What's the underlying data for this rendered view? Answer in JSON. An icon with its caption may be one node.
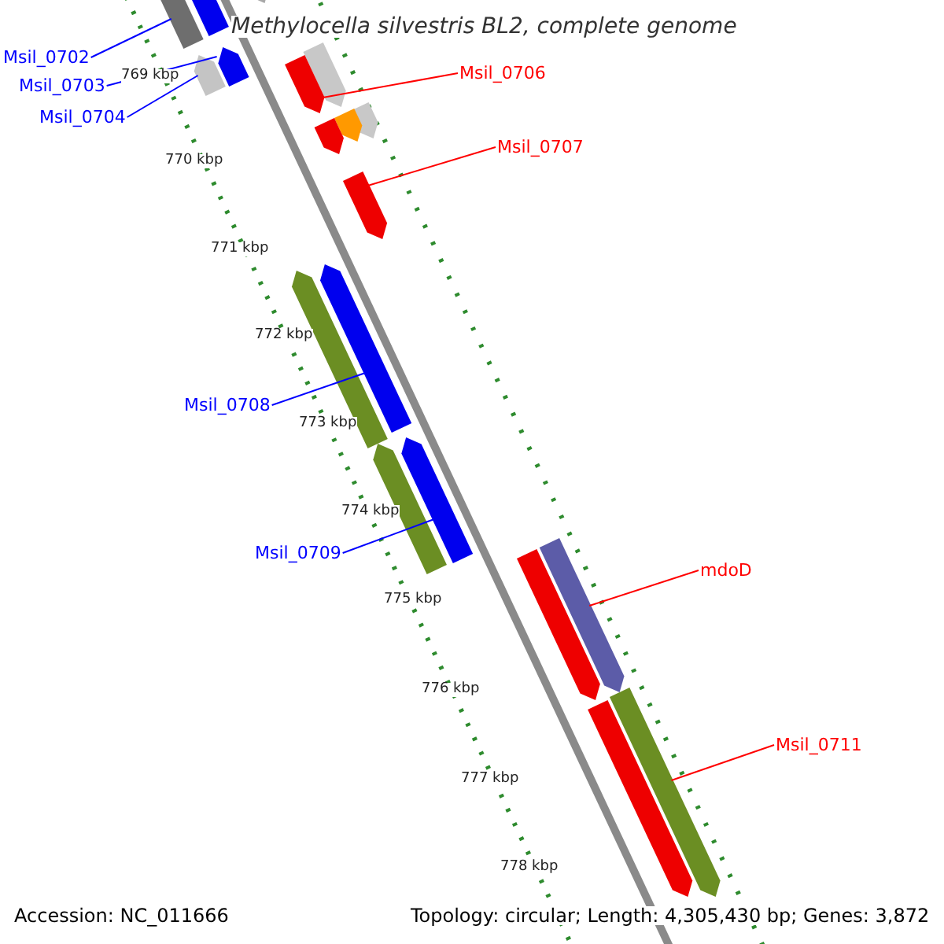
{
  "diagram": {
    "title": "Methylocella silvestris BL2, complete genome",
    "nodes": [
      {
        "text": [
          "Msil_0702"
        ]
      },
      {
        "text": [
          "Msil_0703"
        ]
      },
      {
        "text": [
          "Msil_0704"
        ]
      },
      {
        "text": [
          "Msil_0706"
        ]
      },
      {
        "text": [
          "Msil_0707"
        ]
      },
      {
        "text": [
          "Msil_0708"
        ]
      },
      {
        "text": [
          "Msil_0709"
        ]
      },
      {
        "text": [
          "mdoD"
        ]
      },
      {
        "text": [
          "Msil_0711"
        ]
      },
      {
        "text": [],
        "shape": "bar"
      },
      {
        "text": [],
        "shape": "bar"
      },
      {
        "text": [],
        "shape": "bar"
      },
      {
        "text": [],
        "shape": "bar"
      },
      {
        "text": [],
        "shape": "bar"
      },
      {
        "text": [],
        "shape": "bar"
      },
      {
        "text": [],
        "shape": "bar"
      },
      {
        "text": [],
        "shape": "bar"
      },
      {
        "text": [],
        "shape": "bar"
      },
      {
        "text": [],
        "shape": "bar"
      },
      {
        "text": [],
        "shape": "bar"
      },
      {
        "text": [],
        "shape": "bar"
      },
      {
        "text": [],
        "shape": "bar"
      },
      {
        "text": [],
        "shape": "bar"
      },
      {
        "text": [],
        "shape": "bar"
      },
      {
        "text": [],
        "shape": "bar"
      },
      {
        "text": [],
        "shape": "bar"
      },
      {
        "text": [],
        "shape": "bar"
      },
      {
        "text": [],
        "shape": "bar"
      }
    ],
    "edges": [
      {
        "from": 0,
        "to": 9,
        "arrow": "none"
      },
      {
        "from": 1,
        "to": 12,
        "arrow": "none"
      },
      {
        "from": 2,
        "to": 14,
        "arrow": "none"
      },
      {
        "from": 3,
        "to": 15,
        "arrow": "none",
        "color": "#ff0000"
      },
      {
        "from": 4,
        "to": 19,
        "arrow": "none",
        "color": "#ff0000"
      },
      {
        "from": 5,
        "to": 20,
        "arrow": "none"
      },
      {
        "from": 6,
        "to": 22,
        "arrow": "none"
      },
      {
        "from": 7,
        "to": 24,
        "arrow": "none",
        "color": "#ff0000"
      },
      {
        "from": 8,
        "to": 26,
        "arrow": "none",
        "color": "#ff0000"
      }
    ],
    "labels": [
      "769 kbp",
      "770 kbp",
      "771 kbp",
      "772 kbp",
      "773 kbp",
      "774 kbp",
      "775 kbp",
      "776 kbp",
      "777 kbp",
      "778 kbp",
      "Accession: NC_011666",
      "Topology: circular; Length: 4,305,430 bp; Genes: 3,872"
    ]
  }
}
